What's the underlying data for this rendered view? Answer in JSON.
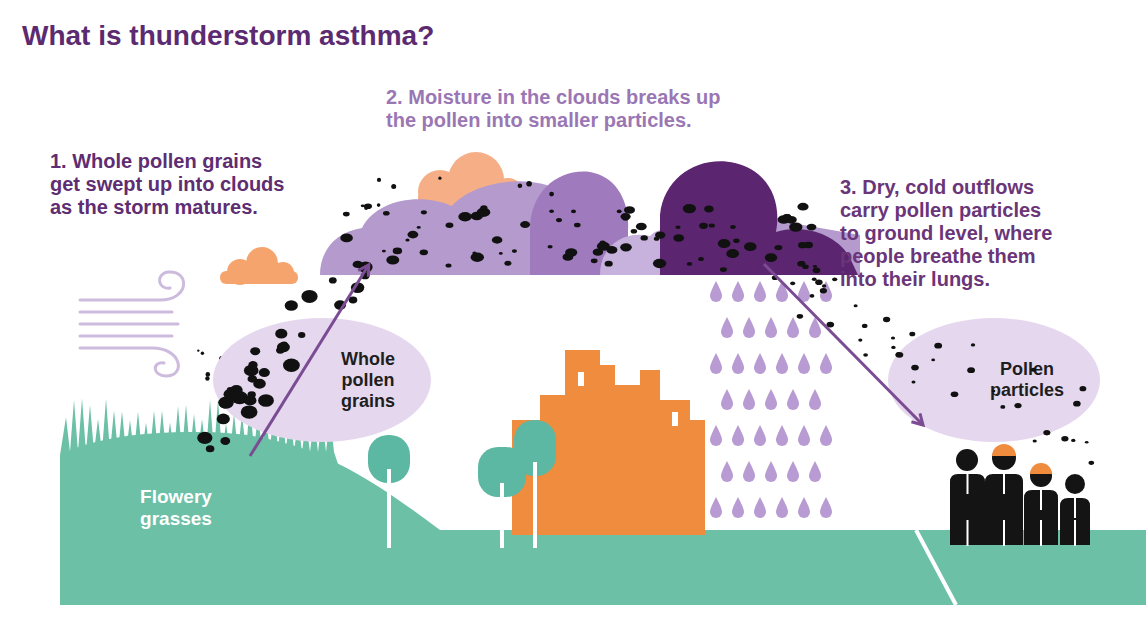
{
  "diagram": {
    "title": "What is thunderstorm asthma?",
    "nodes": [
      {
        "text": [
          "Flowery grasses"
        ]
      },
      {
        "text": [
          "Whole pollen grains"
        ]
      },
      {
        "text": [
          "Pollen particles"
        ]
      }
    ],
    "labels": [
      "1. Whole pollen grains get swept up into clouds as the storm matures.",
      "2. Moisture in the clouds breaks up the pollen into smaller particles.",
      "3. Dry, cold outflows carry pollen particles to ground level, where people breathe them into their lungs."
    ]
  }
}
